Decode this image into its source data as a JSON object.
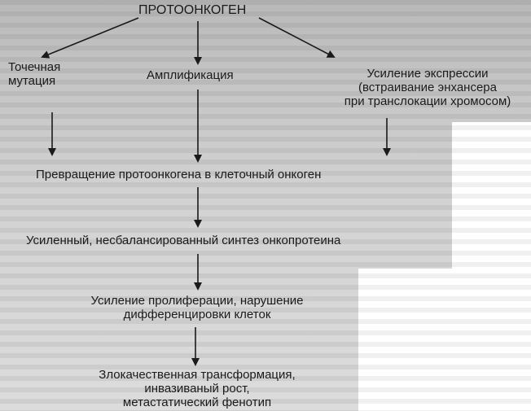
{
  "nodes": {
    "root": "ПРОТООНКОГЕН",
    "point_mutation": "Точечная\nмутация",
    "amplification": "Амплификация",
    "expression": "Усиление экспрессии\n(встраивание энхансера\nпри транслокации хромосом)",
    "conversion": "Превращение протоонкогена в клеточный онкоген",
    "synthesis": "Усиленный, несбалансированный синтез онкопротеина",
    "proliferation": "Усиление пролиферации, нарушение\nдифференцировки клеток",
    "malignant": "Злокачественная трансформация,\nинвазиваный рост,\nметастатический фенотип"
  }
}
